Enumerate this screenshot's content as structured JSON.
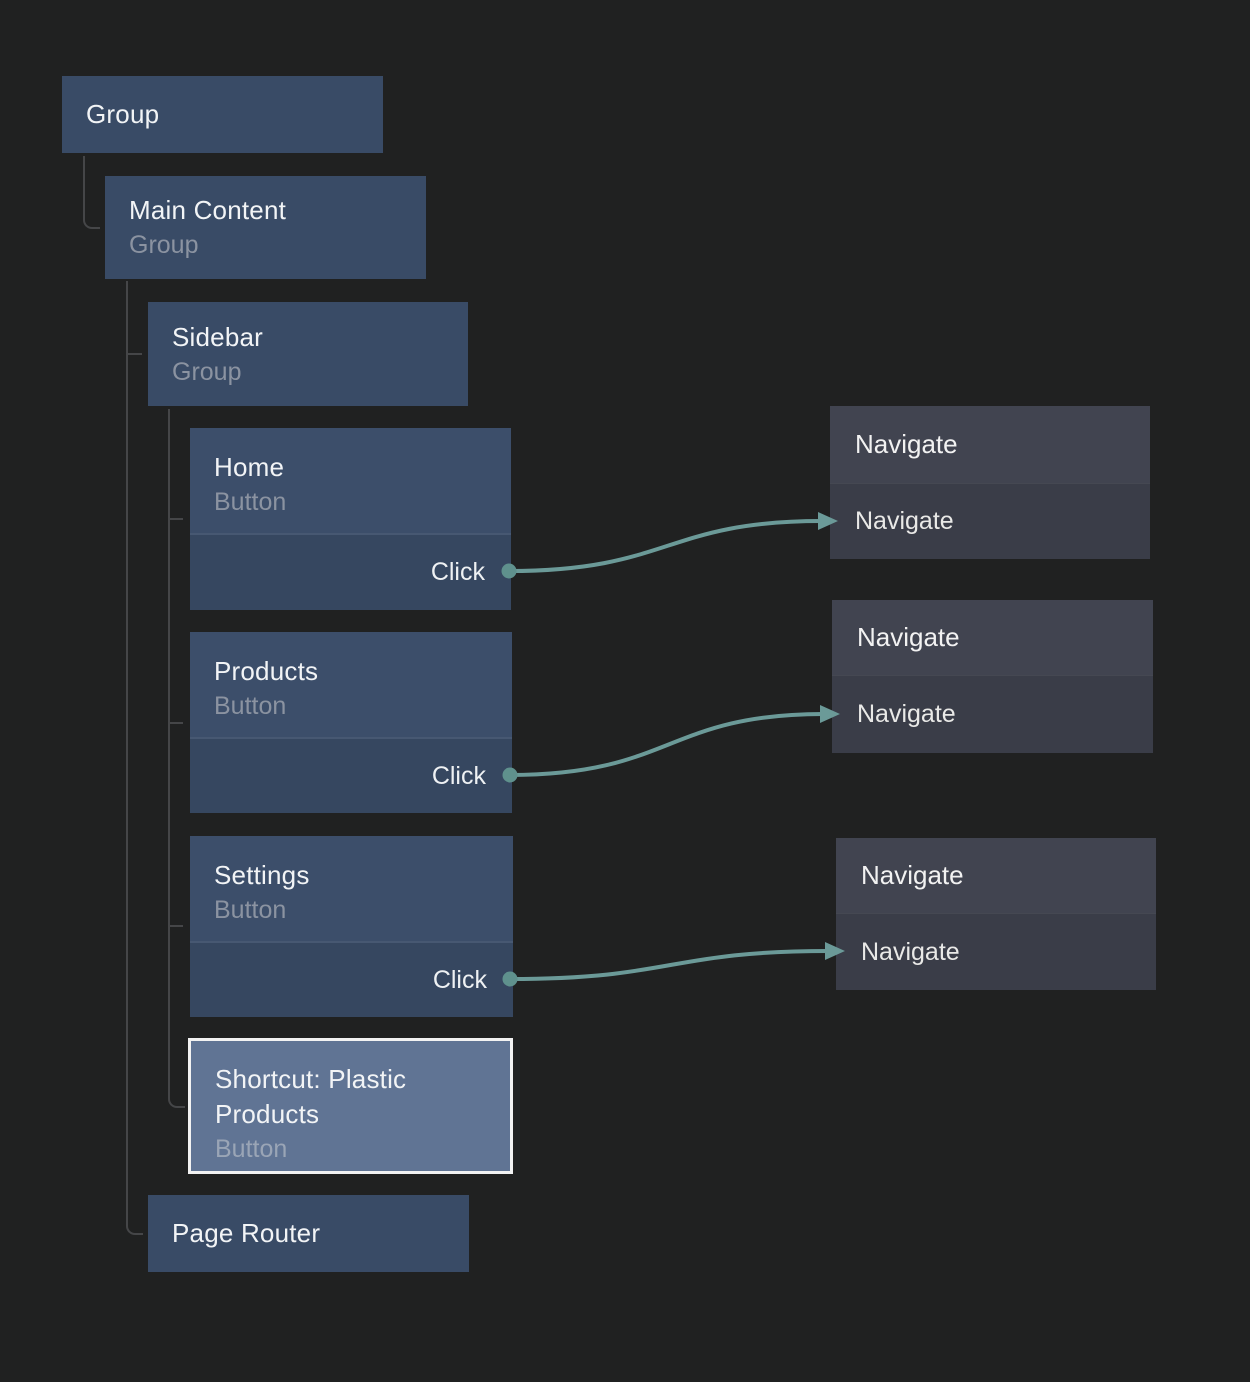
{
  "canvas": {
    "background": "#202121"
  },
  "colors": {
    "background": "#202121",
    "group_node_fill": "#394b66",
    "button_header_fill": "#3c4e6a",
    "event_row_fill": "#364760",
    "action_header_fill": "#414450",
    "action_row_fill": "#3a3d48",
    "shortcut_fill": "#607494",
    "shortcut_border": "#f2f2f2",
    "connection": "#6b9a98",
    "port": "#5f918d",
    "tree_line": "#454648"
  },
  "nodes": {
    "group": {
      "title": "Group"
    },
    "main_content": {
      "title": "Main Content",
      "type": "Group"
    },
    "sidebar": {
      "title": "Sidebar",
      "type": "Group"
    },
    "home": {
      "title": "Home",
      "type": "Button",
      "event": "Click"
    },
    "products": {
      "title": "Products",
      "type": "Button",
      "event": "Click"
    },
    "settings": {
      "title": "Settings",
      "type": "Button",
      "event": "Click"
    },
    "shortcut": {
      "title": "Shortcut: Plastic Products",
      "type": "Button"
    },
    "page_router": {
      "title": "Page Router"
    }
  },
  "actions": [
    {
      "header": "Navigate",
      "row": "Navigate"
    },
    {
      "header": "Navigate",
      "row": "Navigate"
    },
    {
      "header": "Navigate",
      "row": "Navigate"
    }
  ]
}
